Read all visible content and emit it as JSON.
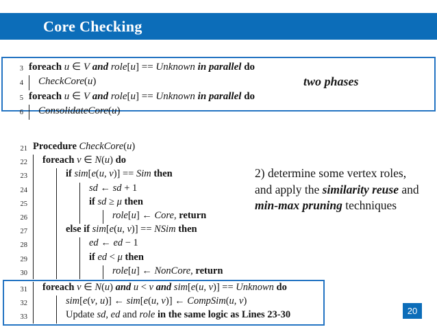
{
  "title": "Core Checking",
  "page_number": "20",
  "phase_note": "two phases",
  "colors": {
    "accent": "#0c6db9",
    "box_border": "#2273c2",
    "text": "#111111"
  },
  "algorithm1": {
    "lines": [
      {
        "n": "3",
        "ind": 0,
        "segs": [
          [
            "b",
            "foreach "
          ],
          [
            "i",
            "u"
          ],
          [
            "n",
            " ∈ "
          ],
          [
            "i",
            "V"
          ],
          [
            "n",
            " "
          ],
          [
            "x",
            "and"
          ],
          [
            "n",
            " "
          ],
          [
            "i",
            "role"
          ],
          [
            "n",
            "["
          ],
          [
            "i",
            "u"
          ],
          [
            "n",
            "] == "
          ],
          [
            "i",
            "Unknown"
          ],
          [
            "n",
            " "
          ],
          [
            "x",
            "in parallel"
          ],
          [
            "n",
            " "
          ],
          [
            "b",
            "do"
          ]
        ]
      },
      {
        "n": "4",
        "ind": 1,
        "segs": [
          [
            "i",
            "CheckCore"
          ],
          [
            "n",
            "("
          ],
          [
            "i",
            "u"
          ],
          [
            "n",
            ")"
          ]
        ]
      },
      {
        "n": "5",
        "ind": 0,
        "segs": [
          [
            "b",
            "foreach "
          ],
          [
            "i",
            "u"
          ],
          [
            "n",
            " ∈ "
          ],
          [
            "i",
            "V"
          ],
          [
            "n",
            " "
          ],
          [
            "x",
            "and"
          ],
          [
            "n",
            " "
          ],
          [
            "i",
            "role"
          ],
          [
            "n",
            "["
          ],
          [
            "i",
            "u"
          ],
          [
            "n",
            "] == "
          ],
          [
            "i",
            "Unknown"
          ],
          [
            "n",
            " "
          ],
          [
            "x",
            "in parallel"
          ],
          [
            "n",
            " "
          ],
          [
            "b",
            "do"
          ]
        ]
      },
      {
        "n": "6",
        "ind": 1,
        "segs": [
          [
            "i",
            "ConsolidateCore"
          ],
          [
            "n",
            "("
          ],
          [
            "i",
            "u"
          ],
          [
            "n",
            ")"
          ]
        ]
      }
    ]
  },
  "algorithm2": {
    "lines_top": [
      {
        "n": "21",
        "ind": 0,
        "segs": [
          [
            "b",
            "Procedure "
          ],
          [
            "i",
            "CheckCore"
          ],
          [
            "n",
            "("
          ],
          [
            "i",
            "u"
          ],
          [
            "n",
            ")"
          ]
        ]
      },
      {
        "n": "22",
        "ind": 1,
        "segs": [
          [
            "b",
            "foreach "
          ],
          [
            "i",
            "v"
          ],
          [
            "n",
            " ∈ "
          ],
          [
            "i",
            "N"
          ],
          [
            "n",
            "("
          ],
          [
            "i",
            "u"
          ],
          [
            "n",
            ") "
          ],
          [
            "b",
            "do"
          ]
        ]
      },
      {
        "n": "23",
        "ind": 2,
        "segs": [
          [
            "b",
            "if "
          ],
          [
            "i",
            "sim"
          ],
          [
            "n",
            "["
          ],
          [
            "i",
            "e"
          ],
          [
            "n",
            "("
          ],
          [
            "i",
            "u"
          ],
          [
            "n",
            ", "
          ],
          [
            "i",
            "v"
          ],
          [
            "n",
            ")] == "
          ],
          [
            "i",
            "Sim"
          ],
          [
            "n",
            " "
          ],
          [
            "b",
            "then"
          ]
        ]
      },
      {
        "n": "24",
        "ind": 3,
        "segs": [
          [
            "i",
            "sd"
          ],
          [
            "n",
            " ← "
          ],
          [
            "i",
            "sd"
          ],
          [
            "n",
            " + 1"
          ]
        ]
      },
      {
        "n": "25",
        "ind": 3,
        "segs": [
          [
            "b",
            "if "
          ],
          [
            "i",
            "sd"
          ],
          [
            "n",
            " ≥ "
          ],
          [
            "i",
            "μ"
          ],
          [
            "n",
            " "
          ],
          [
            "b",
            "then"
          ]
        ]
      },
      {
        "n": "26",
        "ind": 4,
        "segs": [
          [
            "i",
            "role"
          ],
          [
            "n",
            "["
          ],
          [
            "i",
            "u"
          ],
          [
            "n",
            "] ← "
          ],
          [
            "i",
            "Core"
          ],
          [
            "n",
            ", "
          ],
          [
            "b",
            "return"
          ]
        ]
      },
      {
        "n": "27",
        "ind": 2,
        "segs": [
          [
            "b",
            "else if "
          ],
          [
            "i",
            "sim"
          ],
          [
            "n",
            "["
          ],
          [
            "i",
            "e"
          ],
          [
            "n",
            "("
          ],
          [
            "i",
            "u"
          ],
          [
            "n",
            ", "
          ],
          [
            "i",
            "v"
          ],
          [
            "n",
            ")] == "
          ],
          [
            "i",
            "NSim"
          ],
          [
            "n",
            " "
          ],
          [
            "b",
            "then"
          ]
        ]
      },
      {
        "n": "28",
        "ind": 3,
        "segs": [
          [
            "i",
            "ed"
          ],
          [
            "n",
            " ← "
          ],
          [
            "i",
            "ed"
          ],
          [
            "n",
            " − 1"
          ]
        ]
      },
      {
        "n": "29",
        "ind": 3,
        "segs": [
          [
            "b",
            "if "
          ],
          [
            "i",
            "ed"
          ],
          [
            "n",
            " < "
          ],
          [
            "i",
            "μ"
          ],
          [
            "n",
            " "
          ],
          [
            "b",
            "then"
          ]
        ]
      },
      {
        "n": "30",
        "ind": 4,
        "segs": [
          [
            "i",
            "role"
          ],
          [
            "n",
            "["
          ],
          [
            "i",
            "u"
          ],
          [
            "n",
            "] ← "
          ],
          [
            "i",
            "NonCore"
          ],
          [
            "n",
            ", "
          ],
          [
            "b",
            "return"
          ]
        ]
      }
    ],
    "lines_boxed": [
      {
        "n": "31",
        "ind": 1,
        "segs": [
          [
            "b",
            "foreach "
          ],
          [
            "i",
            "v"
          ],
          [
            "n",
            " ∈ "
          ],
          [
            "i",
            "N"
          ],
          [
            "n",
            "("
          ],
          [
            "i",
            "u"
          ],
          [
            "n",
            ") "
          ],
          [
            "x",
            "and"
          ],
          [
            "n",
            " "
          ],
          [
            "i",
            "u"
          ],
          [
            "n",
            " < "
          ],
          [
            "i",
            "v"
          ],
          [
            "n",
            " "
          ],
          [
            "x",
            "and"
          ],
          [
            "n",
            " "
          ],
          [
            "i",
            "sim"
          ],
          [
            "n",
            "["
          ],
          [
            "i",
            "e"
          ],
          [
            "n",
            "("
          ],
          [
            "i",
            "u"
          ],
          [
            "n",
            ", "
          ],
          [
            "i",
            "v"
          ],
          [
            "n",
            ")] == "
          ],
          [
            "i",
            "Unknown"
          ],
          [
            "n",
            " "
          ],
          [
            "b",
            "do"
          ]
        ]
      },
      {
        "n": "32",
        "ind": 2,
        "segs": [
          [
            "i",
            "sim"
          ],
          [
            "n",
            "["
          ],
          [
            "i",
            "e"
          ],
          [
            "n",
            "("
          ],
          [
            "i",
            "v"
          ],
          [
            "n",
            ", "
          ],
          [
            "i",
            "u"
          ],
          [
            "n",
            ")] ← "
          ],
          [
            "i",
            "sim"
          ],
          [
            "n",
            "["
          ],
          [
            "i",
            "e"
          ],
          [
            "n",
            "("
          ],
          [
            "i",
            "u"
          ],
          [
            "n",
            ", "
          ],
          [
            "i",
            "v"
          ],
          [
            "n",
            ")] ← "
          ],
          [
            "i",
            "CompSim"
          ],
          [
            "n",
            "("
          ],
          [
            "i",
            "u"
          ],
          [
            "n",
            ", "
          ],
          [
            "i",
            "v"
          ],
          [
            "n",
            ")"
          ]
        ]
      },
      {
        "n": "33",
        "ind": 2,
        "segs": [
          [
            "n",
            "Update "
          ],
          [
            "i",
            "sd"
          ],
          [
            "n",
            ", "
          ],
          [
            "i",
            "ed"
          ],
          [
            "n",
            " and "
          ],
          [
            "i",
            "role"
          ],
          [
            "n",
            " "
          ],
          [
            "b",
            "in the same logic as Lines 23-30"
          ]
        ]
      }
    ]
  },
  "annotation": {
    "lines": [
      [
        [
          "n",
          "2) determine some vertex roles,"
        ]
      ],
      [
        [
          "n",
          "and apply the "
        ],
        [
          "x",
          "similarity reuse"
        ],
        [
          "n",
          " and"
        ]
      ],
      [
        [
          "x",
          "min-max pruning"
        ],
        [
          "n",
          " techniques"
        ]
      ]
    ]
  }
}
